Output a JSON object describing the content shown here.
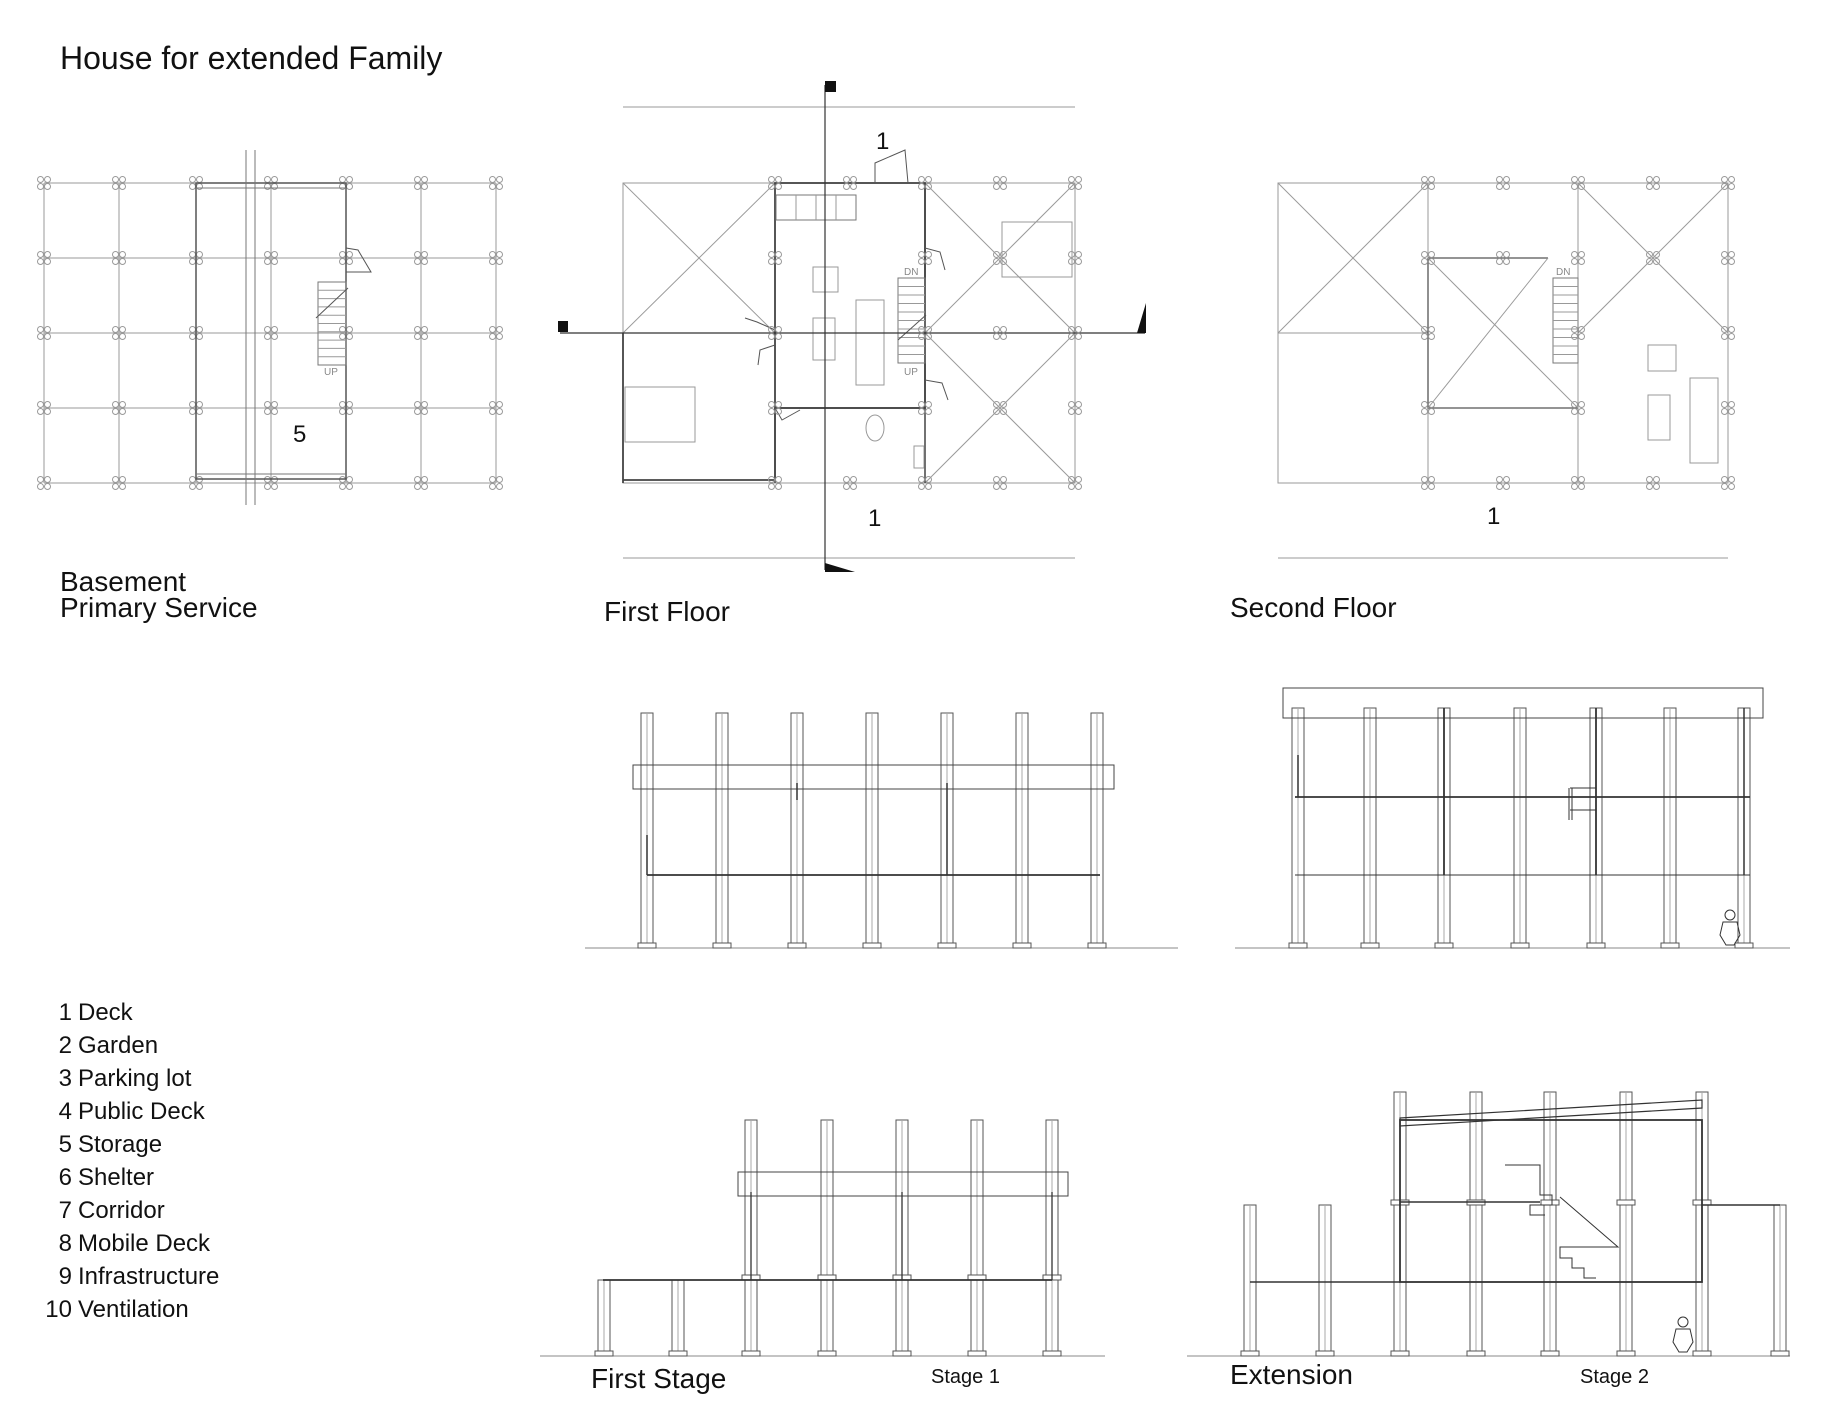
{
  "title": "House for extended Family",
  "plans": {
    "basement": {
      "label_line1": "Basement",
      "label_line2": "Primary Service",
      "room_number": "5",
      "stair_label": "UP"
    },
    "first_floor": {
      "label": "First Floor",
      "top_number": "1",
      "bottom_number": "1",
      "stair_dn": "DN",
      "stair_up": "UP"
    },
    "second_floor": {
      "label": "Second Floor",
      "bottom_number": "1",
      "stair_dn": "DN"
    }
  },
  "sections": {
    "first_stage": {
      "label": "First Stage",
      "stage": "Stage 1"
    },
    "extension": {
      "label": "Extension",
      "stage": "Stage 2"
    }
  },
  "legend": [
    {
      "num": "1",
      "text": "Deck"
    },
    {
      "num": "2",
      "text": "Garden"
    },
    {
      "num": "3",
      "text": "Parking lot"
    },
    {
      "num": "4",
      "text": "Public Deck"
    },
    {
      "num": "5",
      "text": "Storage"
    },
    {
      "num": "6",
      "text": "Shelter"
    },
    {
      "num": "7",
      "text": "Corridor"
    },
    {
      "num": "8",
      "text": "Mobile Deck"
    },
    {
      "num": "9",
      "text": "Infrastructure"
    },
    {
      "num": "10",
      "text": "Ventilation"
    }
  ],
  "colors": {
    "line": "#222222",
    "light_line": "#9a9a9a",
    "text": "#111111"
  }
}
